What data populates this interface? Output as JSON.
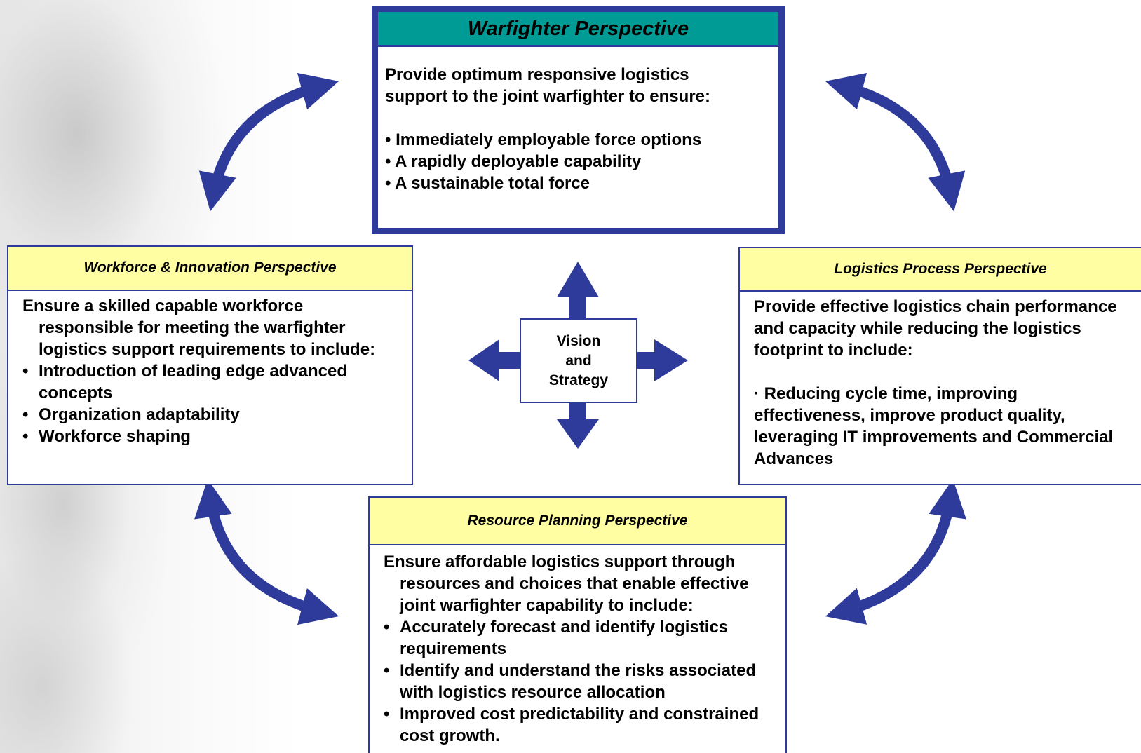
{
  "warfighter": {
    "title": "Warfighter Perspective",
    "intro": "Provide optimum responsive logistics support to the joint warfighter to ensure:",
    "bullets": [
      "• Immediately employable force options",
      "• A rapidly deployable capability",
      "• A sustainable total force"
    ]
  },
  "workforce": {
    "title": "Workforce & Innovation Perspective",
    "intro": "Ensure a skilled capable workforce responsible for meeting the warfighter logistics support requirements to include:",
    "bullets": [
      "Introduction of leading edge advanced concepts",
      "Organization adaptability",
      "Workforce shaping"
    ]
  },
  "logistics": {
    "title": "Logistics Process Perspective",
    "intro": "Provide effective logistics chain performance and capacity while reducing the logistics footprint to include:",
    "item": "·  Reducing cycle time, improving effectiveness, improve product quality, leveraging IT improvements and Commercial Advances"
  },
  "resource": {
    "title": "Resource Planning Perspective",
    "intro": "Ensure affordable logistics support through resources and choices that enable effective joint warfighter capability to include:",
    "bullets": [
      "Accurately forecast and identify logistics requirements",
      "Identify and understand the risks associated with logistics resource allocation",
      "Improved cost predictability and constrained cost growth."
    ]
  },
  "center": {
    "line1": "Vision",
    "line2": "and",
    "line3": "Strategy"
  },
  "colors": {
    "arrow": "#2f3b9a",
    "border": "#2f3b9a",
    "warfighter_header": "#009b94",
    "perspective_header": "#fffea3"
  }
}
